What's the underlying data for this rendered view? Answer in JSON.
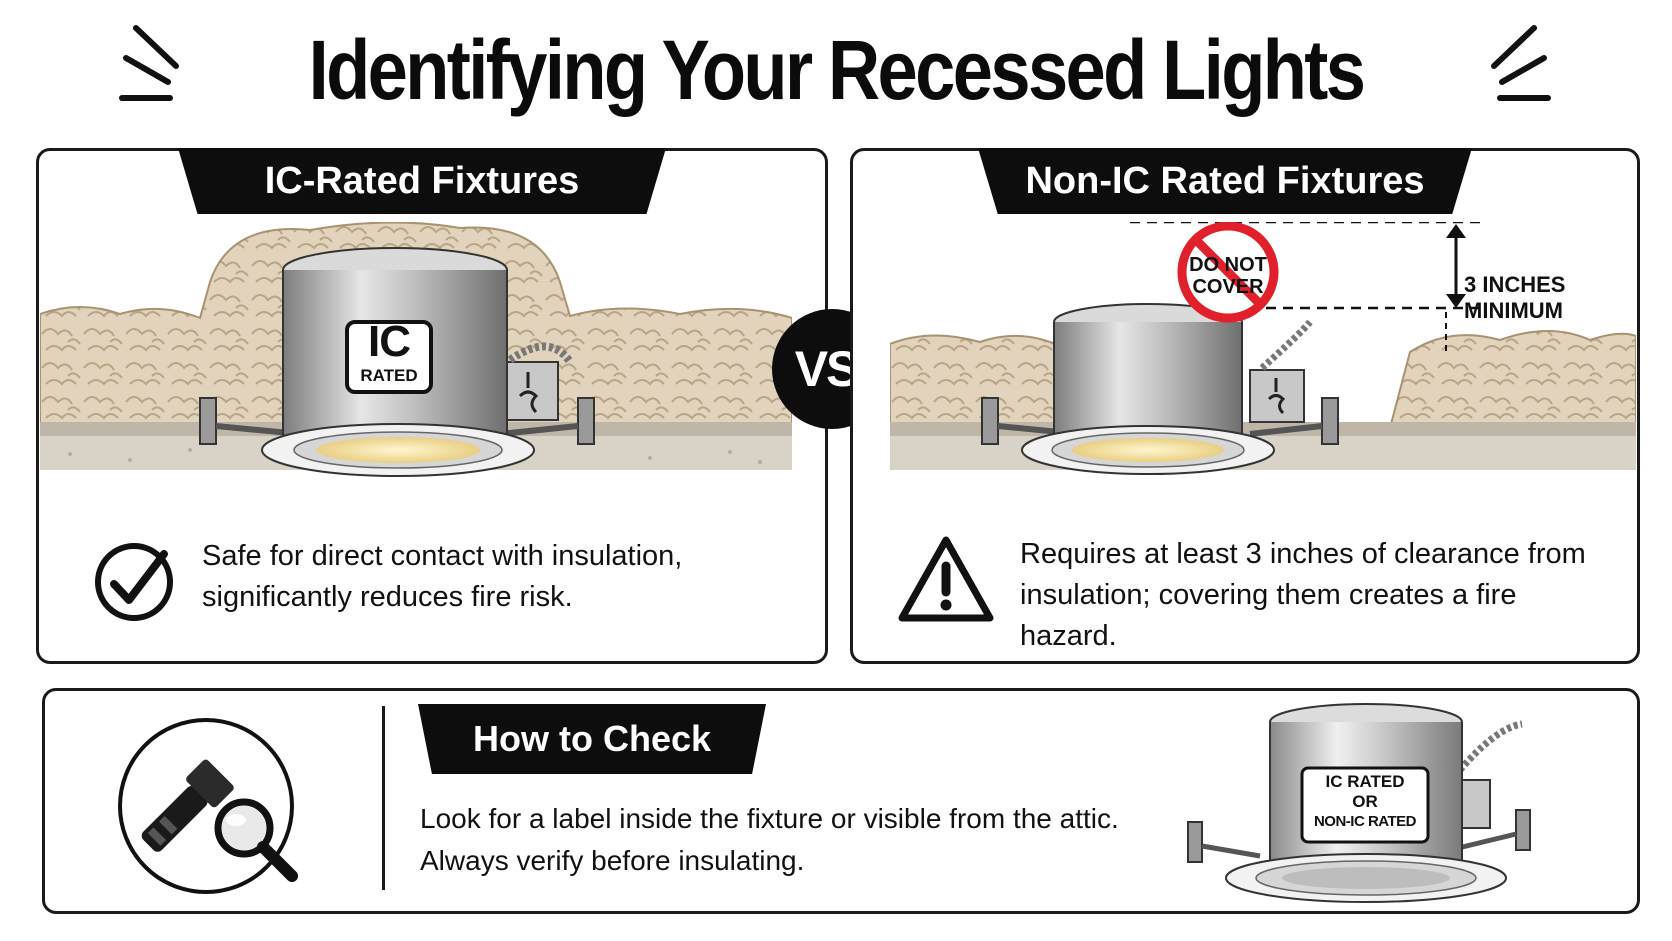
{
  "title": "Identifying Your Recessed Lights",
  "vs_label": "VS.",
  "ic_panel": {
    "heading": "IC-Rated Fixtures",
    "badge_big": "IC",
    "badge_small": "RATED",
    "description": "Safe for direct contact with insulation, significantly reduces fire risk.",
    "icon": "check-circle-icon"
  },
  "nonic_panel": {
    "heading": "Non-IC Rated Fixtures",
    "prohibit_line1": "DO NOT",
    "prohibit_line2": "COVER",
    "clearance_line1": "3 INCHES",
    "clearance_line2": "MINIMUM",
    "description": "Requires at least 3 inches of clearance from insulation; covering them creates a fire hazard.",
    "icon": "warning-triangle-icon"
  },
  "check_panel": {
    "heading": "How to Check",
    "description": "Look for a label inside the fixture or visible from the attic. Always verify before insulating.",
    "label_line1": "IC RATED",
    "label_line2": "OR",
    "label_line3": "NON-IC RATED",
    "icon": "flashlight-magnifier-icon"
  },
  "colors": {
    "banner": "#0d0d0d",
    "insulation": "#e2d3bd",
    "insulation_outline": "#b9a486",
    "ceiling": "#d9d2c6",
    "metal": "#b5b5b5",
    "prohibit_red": "#e0202a",
    "light_glow": "#f6e5b0"
  }
}
